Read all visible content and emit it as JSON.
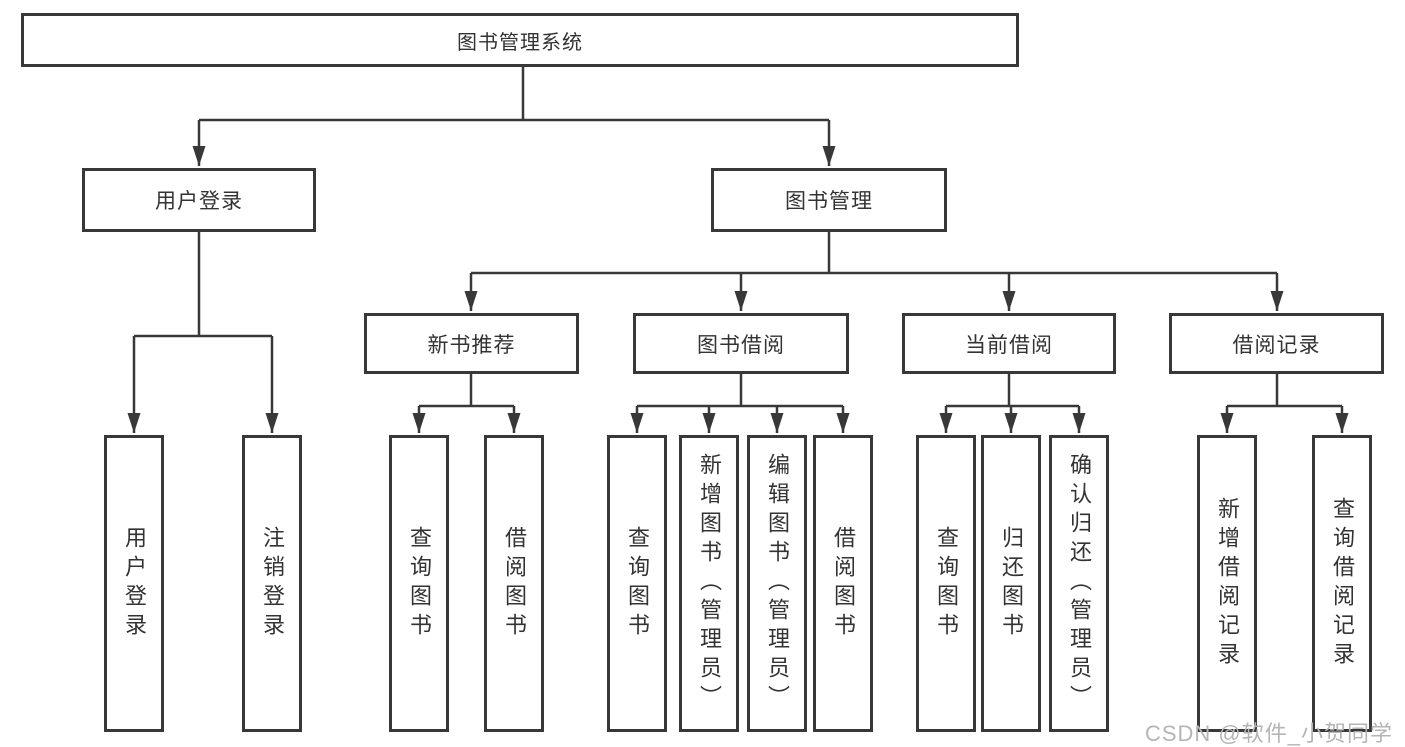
{
  "diagram": {
    "root": {
      "label": "图书管理系统"
    },
    "user_login": {
      "label": "用户登录",
      "children": [
        {
          "label": "用户登录"
        },
        {
          "label": "注销登录"
        }
      ]
    },
    "book_management": {
      "label": "图书管理",
      "sections": [
        {
          "label": "新书推荐",
          "children": [
            {
              "label": "查询图书"
            },
            {
              "label": "借阅图书"
            }
          ]
        },
        {
          "label": "图书借阅",
          "children": [
            {
              "label": "查询图书"
            },
            {
              "label": "新增图书（管理员）"
            },
            {
              "label": "编辑图书（管理员）"
            },
            {
              "label": "借阅图书"
            }
          ]
        },
        {
          "label": "当前借阅",
          "children": [
            {
              "label": "查询图书"
            },
            {
              "label": "归还图书"
            },
            {
              "label": "确认归还（管理员）"
            }
          ]
        },
        {
          "label": "借阅记录",
          "children": [
            {
              "label": "新增借阅记录"
            },
            {
              "label": "查询借阅记录"
            }
          ]
        }
      ]
    }
  },
  "watermark": "CSDN @软件_小贺同学",
  "colors": {
    "line": "#383838",
    "box_border": "#383838",
    "text": "#333333",
    "watermark": "#b5b5b5",
    "background": "#ffffff"
  }
}
